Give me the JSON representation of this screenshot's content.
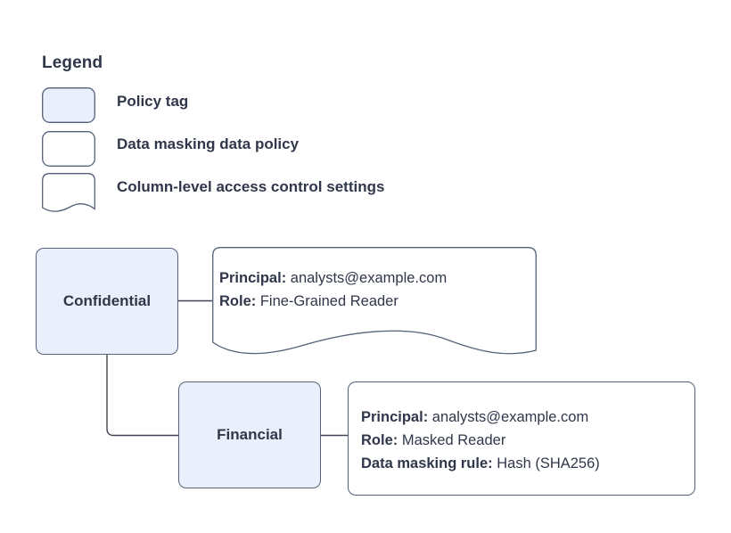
{
  "legend": {
    "title": "Legend",
    "items": [
      {
        "label": "Policy tag",
        "shape": "rounded-rect-filled",
        "swatch_name": "policy-tag-swatch"
      },
      {
        "label": "Data masking data policy",
        "shape": "rounded-rect",
        "swatch_name": "data-masking-policy-swatch"
      },
      {
        "label": "Column-level access control settings",
        "shape": "document-wave",
        "swatch_name": "column-access-settings-swatch"
      }
    ]
  },
  "nodes": [
    {
      "id": "confidential",
      "label": "Confidential"
    },
    {
      "id": "financial",
      "label": "Financial"
    }
  ],
  "callouts": [
    {
      "id": "confidential-access",
      "shape": "document-wave",
      "lines": [
        {
          "key": "Principal:",
          "value": "analysts@example.com"
        },
        {
          "key": "Role:",
          "value": "Fine-Grained Reader"
        }
      ]
    },
    {
      "id": "financial-access",
      "shape": "rounded-rect",
      "lines": [
        {
          "key": "Principal:",
          "value": "analysts@example.com"
        },
        {
          "key": "Role:",
          "value": "Masked Reader"
        },
        {
          "key": "Data masking rule:",
          "value": "Hash (SHA256)"
        }
      ]
    }
  ],
  "connectors": [
    {
      "from": "confidential",
      "to": "confidential-access"
    },
    {
      "from": "confidential",
      "to": "financial"
    },
    {
      "from": "financial",
      "to": "financial-access"
    }
  ],
  "colors": {
    "policy_tag_fill": "#e9f0fb",
    "stroke": "#55617a",
    "text": "#30374a",
    "background": "#ffffff",
    "callout_fill": "#ffffff"
  }
}
